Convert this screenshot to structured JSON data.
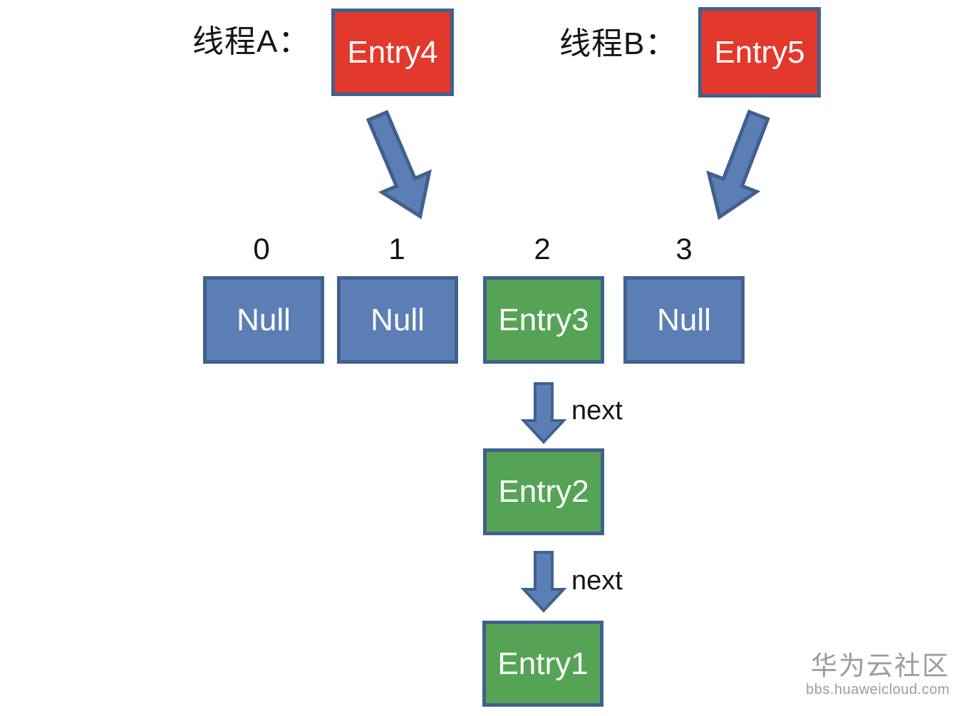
{
  "diagram": {
    "threads": {
      "a": {
        "label": "线程A：",
        "entry": "Entry4"
      },
      "b": {
        "label": "线程B：",
        "entry": "Entry5"
      }
    },
    "buckets": [
      {
        "index": "0",
        "value": "Null"
      },
      {
        "index": "1",
        "value": "Null"
      },
      {
        "index": "2",
        "value": "Entry3"
      },
      {
        "index": "3",
        "value": "Null"
      }
    ],
    "chain": [
      {
        "arrow_label": "next",
        "value": "Entry2"
      },
      {
        "arrow_label": "next",
        "value": "Entry1"
      }
    ]
  },
  "watermark": {
    "title": "华为云社区",
    "url": "bbs.huaweicloud.com"
  },
  "colors": {
    "thread_entry_fill": "#E2392C",
    "null_bucket_fill": "#5B7EB5",
    "entry_node_fill": "#55A455",
    "box_border": "#41608F",
    "arrow_fill": "#5B7EB5",
    "text_dark": "#141414",
    "watermark_gray": "#9C9C9C"
  }
}
